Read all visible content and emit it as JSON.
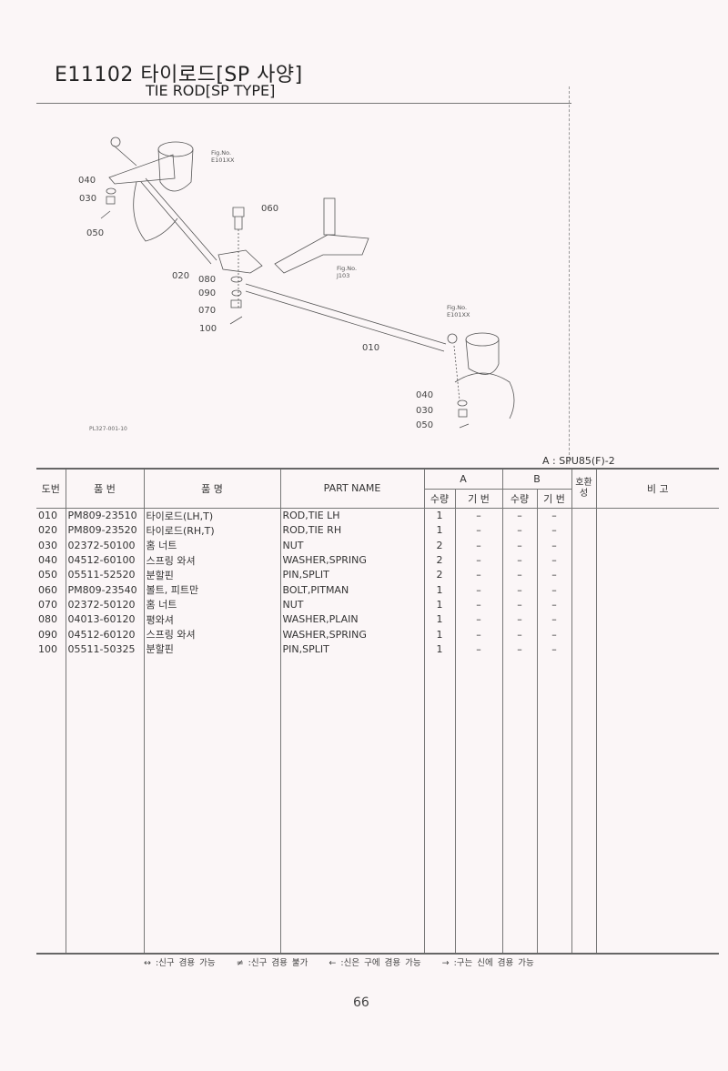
{
  "header": {
    "title": "E11102 타이로드[SP 사양]",
    "subtitle": "TIE ROD[SP TYPE]"
  },
  "diagram": {
    "code": "PL327-001-10",
    "callouts": [
      "040",
      "030",
      "050",
      "060",
      "020",
      "080",
      "090",
      "070",
      "100",
      "010",
      "040",
      "030",
      "050"
    ],
    "fig_refs": [
      {
        "l1": "Fig.No.",
        "l2": "E101XX"
      },
      {
        "l1": "Fig.No.",
        "l2": "J103"
      },
      {
        "l1": "Fig.No.",
        "l2": "E101XX"
      }
    ]
  },
  "model_note": "A : SPU85(F)-2",
  "table": {
    "headers": {
      "no": "도번",
      "part_no": "품 번",
      "name_kr": "품 명",
      "part_name": "PART NAME",
      "group_a": "A",
      "group_b": "B",
      "qty": "수량",
      "serial": "기 번",
      "interchange": "호환성",
      "remarks": "비 고"
    },
    "rows": [
      {
        "no": "010",
        "part_no": "PM809-23510",
        "name_kr": "타이로드(LH,T)",
        "part_name": "ROD,TIE LH",
        "qa": "1",
        "sa": "–",
        "qb": "–",
        "sb": "–"
      },
      {
        "no": "020",
        "part_no": "PM809-23520",
        "name_kr": "타이로드(RH,T)",
        "part_name": "ROD,TIE RH",
        "qa": "1",
        "sa": "–",
        "qb": "–",
        "sb": "–"
      },
      {
        "no": "030",
        "part_no": "02372-50100",
        "name_kr": "홈 너트",
        "part_name": "NUT",
        "qa": "2",
        "sa": "–",
        "qb": "–",
        "sb": "–"
      },
      {
        "no": "040",
        "part_no": "04512-60100",
        "name_kr": "스프링 와셔",
        "part_name": "WASHER,SPRING",
        "qa": "2",
        "sa": "–",
        "qb": "–",
        "sb": "–"
      },
      {
        "no": "050",
        "part_no": "05511-52520",
        "name_kr": "분할핀",
        "part_name": "PIN,SPLIT",
        "qa": "2",
        "sa": "–",
        "qb": "–",
        "sb": "–"
      },
      {
        "no": "060",
        "part_no": "PM809-23540",
        "name_kr": "볼트, 피트만",
        "part_name": "BOLT,PITMAN",
        "qa": "1",
        "sa": "–",
        "qb": "–",
        "sb": "–"
      },
      {
        "no": "070",
        "part_no": "02372-50120",
        "name_kr": "홈 너트",
        "part_name": "NUT",
        "qa": "1",
        "sa": "–",
        "qb": "–",
        "sb": "–"
      },
      {
        "no": "080",
        "part_no": "04013-60120",
        "name_kr": "평와셔",
        "part_name": "WASHER,PLAIN",
        "qa": "1",
        "sa": "–",
        "qb": "–",
        "sb": "–"
      },
      {
        "no": "090",
        "part_no": "04512-60120",
        "name_kr": "스프링 와셔",
        "part_name": "WASHER,SPRING",
        "qa": "1",
        "sa": "–",
        "qb": "–",
        "sb": "–"
      },
      {
        "no": "100",
        "part_no": "05511-50325",
        "name_kr": "분할핀",
        "part_name": "PIN,SPLIT",
        "qa": "1",
        "sa": "–",
        "qb": "–",
        "sb": "–"
      }
    ]
  },
  "legend": [
    "↔ :신구 겸용 가능",
    "≠ :신구 겸용 불가",
    "← :신은 구에 겸용 가능",
    "→ :구는 신에 겸용 가능"
  ],
  "page_number": "66"
}
